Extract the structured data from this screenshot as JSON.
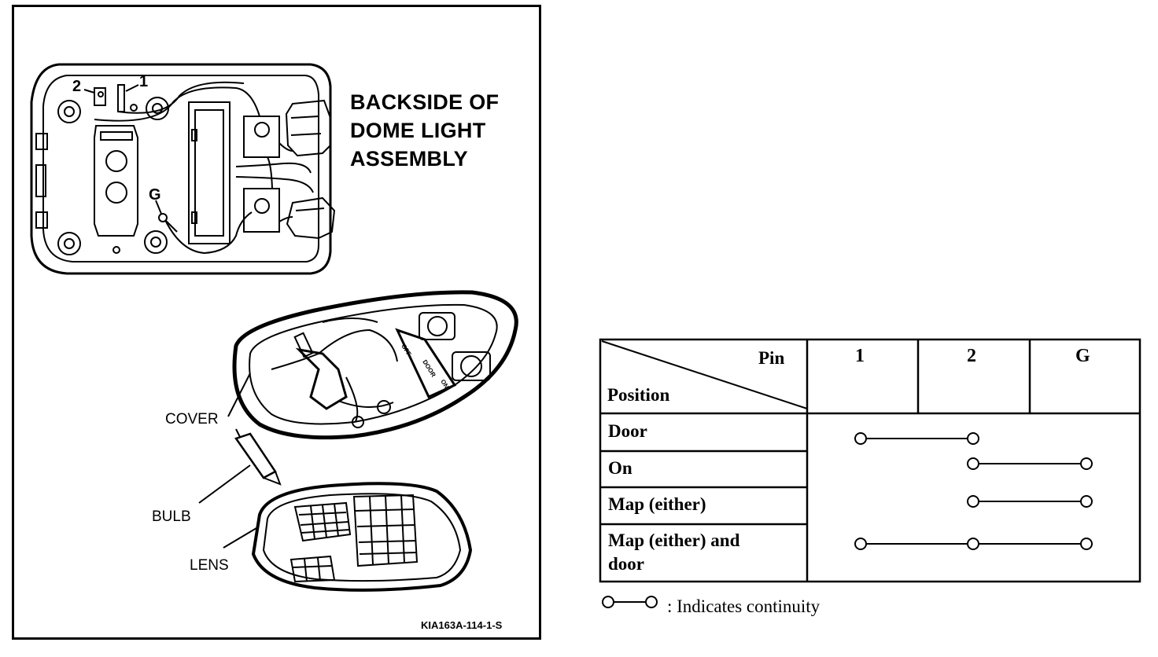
{
  "illustration": {
    "heading_lines": [
      "BACKSIDE OF",
      "DOME LIGHT",
      "ASSEMBLY"
    ],
    "pin_labels": {
      "pin2": "2",
      "pin1": "1",
      "ground": "G"
    },
    "callouts": {
      "cover": "COVER",
      "bulb": "BULB",
      "lens": "LENS"
    },
    "switch_labels": [
      "OFF",
      "DOOR",
      "ON"
    ],
    "figure_code": "KIA163A-114-1-S"
  },
  "continuity_table": {
    "corner_top": "Pin",
    "corner_bottom": "Position",
    "pins": [
      "1",
      "2",
      "G"
    ],
    "rows": [
      {
        "label_lines": [
          "Door"
        ],
        "connected_pins": [
          "1",
          "2"
        ]
      },
      {
        "label_lines": [
          "On"
        ],
        "connected_pins": [
          "2",
          "G"
        ]
      },
      {
        "label_lines": [
          "Map (either)"
        ],
        "connected_pins": [
          "2",
          "G"
        ]
      },
      {
        "label_lines": [
          "Map (either) and",
          "door"
        ],
        "connected_pins": [
          "1",
          "2",
          "G"
        ]
      }
    ],
    "legend_text": ": Indicates continuity"
  }
}
